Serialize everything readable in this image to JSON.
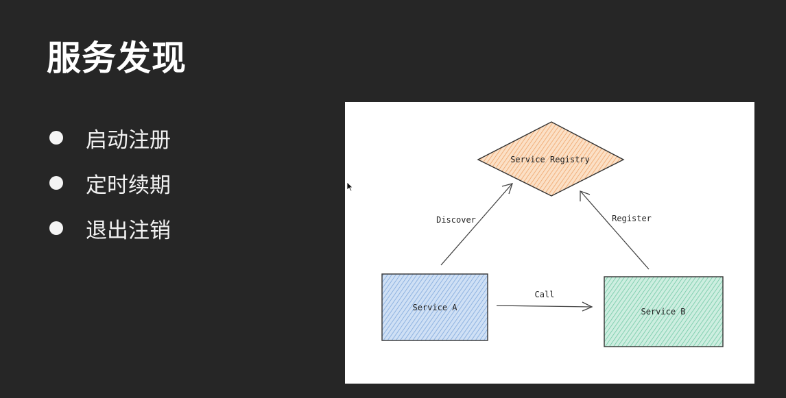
{
  "slide": {
    "title": "服务发现",
    "bullets": [
      "启动注册",
      "定时续期",
      "退出注销"
    ]
  },
  "diagram": {
    "nodes": {
      "registry": {
        "label": "Service Registry",
        "shape": "diamond",
        "fill": "#f7c9a0",
        "stroke": "#222222"
      },
      "service_a": {
        "label": "Service A",
        "shape": "rectangle",
        "fill": "#a9c8ec",
        "stroke": "#222222"
      },
      "service_b": {
        "label": "Service B",
        "shape": "rectangle",
        "fill": "#a6e0c8",
        "stroke": "#222222"
      }
    },
    "edges": [
      {
        "from": "service_a",
        "to": "registry",
        "label": "Discover"
      },
      {
        "from": "service_b",
        "to": "registry",
        "label": "Register"
      },
      {
        "from": "service_a",
        "to": "service_b",
        "label": "Call"
      }
    ]
  },
  "colors": {
    "background": "#262626",
    "text": "#ffffff",
    "card": "#ffffff",
    "line": "#444444"
  },
  "icons": [
    "bullet-dot-icon",
    "mouse-cursor-icon"
  ]
}
